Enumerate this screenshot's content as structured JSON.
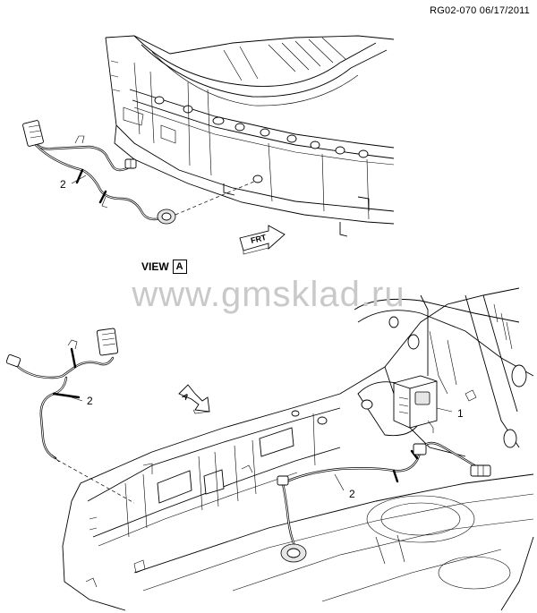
{
  "diagram": {
    "ref_code": "RG02-070 06/17/2011",
    "view_label": "VIEW",
    "view_letter": "A",
    "arrow_letter": "A",
    "front_label": "FRT",
    "watermark": "www.gmsklad.ru",
    "callouts": {
      "module": "1",
      "harness_view": "2",
      "harness_left": "2",
      "harness_floor": "2"
    }
  }
}
